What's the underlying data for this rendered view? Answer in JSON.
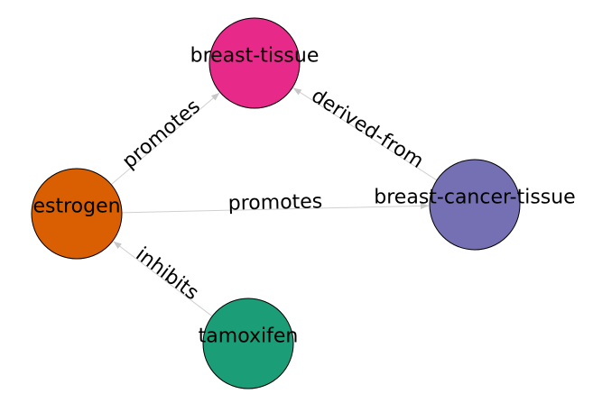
{
  "nodes": [
    {
      "id": "breast-tissue",
      "label": "breast-tissue",
      "color": "#e7298a"
    },
    {
      "id": "estrogen",
      "label": "estrogen",
      "color": "#d95f02"
    },
    {
      "id": "breast-cancer-tissue",
      "label": "breast-cancer-tissue",
      "color": "#7570b3"
    },
    {
      "id": "tamoxifen",
      "label": "tamoxifen",
      "color": "#1b9e77"
    }
  ],
  "edges": [
    {
      "source": "estrogen",
      "target": "breast-tissue",
      "label": "promotes"
    },
    {
      "source": "breast-cancer-tissue",
      "target": "breast-tissue",
      "label": "derived-from"
    },
    {
      "source": "estrogen",
      "target": "breast-cancer-tissue",
      "label": "promotes"
    },
    {
      "source": "tamoxifen",
      "target": "estrogen",
      "label": "inhibits"
    }
  ],
  "colors": {
    "edge": "#d0d0d0",
    "node_stroke": "#000000"
  }
}
